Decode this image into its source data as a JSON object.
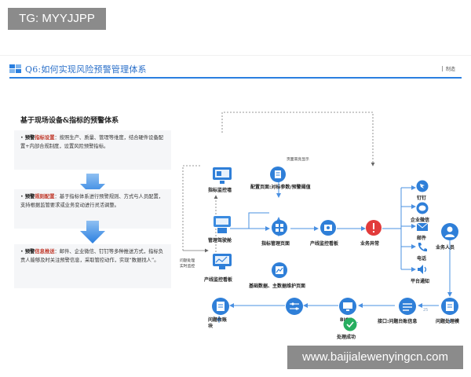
{
  "tg_label": "TG: MYYJJPP",
  "watermark": "www.baijialewenyingcn.com",
  "slide": {
    "title": "Q6:如何实现风险预警管理体系",
    "corner_tag": "制造",
    "page_mark": "25"
  },
  "left": {
    "title": "基于现场设备&指标的预警体系",
    "cards": [
      {
        "bold_a": "预警",
        "hl": "指标设置",
        "rest": "：按照生产、质量、管理等维度，结合硬件设备配置+内部合规制度，设置风险预警指标。"
      },
      {
        "bold_a": "预警",
        "hl": "规则配置",
        "rest": "：基于指标体系进行预警规则、方式与人员配置，支持根据监管要求或业务变动进行灵活调整。"
      },
      {
        "bold_a": "预警",
        "hl": "信息推送",
        "rest": "：邮件、企业微信、钉钉等多种推送方式，指标负责人能够及时关注预警信息，采取管控动作，实现“数据找人”。"
      }
    ]
  },
  "diagram": {
    "top_note": "页面高亮显示",
    "left_note": "问题处理\n实时监控",
    "nodes": {
      "indicator_monitor": "指标监控墙",
      "cockpit": "管理驾驶舱",
      "line_board_left": "产线监控看板",
      "config_page": "配置页面:对标参数/预警阈值",
      "indicator_mgmt": "指标管理页面",
      "line_board_mid": "产线监控看板",
      "business_exception": "业务异常",
      "base_data": "基础数据、主数据维护页面",
      "dingtalk": "钉钉",
      "wecom": "企业微信",
      "email": "邮件",
      "phone": "电话",
      "platform_notice": "平台通知",
      "business_staff": "业务人员",
      "problem_handling": "问题处理模",
      "interface": "接口:问题台账信息",
      "biqs": "BIQS",
      "problem_ledger": "问题台账\n块",
      "processed": "处理成功"
    }
  },
  "colors": {
    "primary": "#2a7fe0",
    "node": "#2f7fd8",
    "alert": "#e23b3b",
    "success": "#27ae60",
    "arrow": "#4a90e2",
    "highlight_text": "#c0392b"
  }
}
